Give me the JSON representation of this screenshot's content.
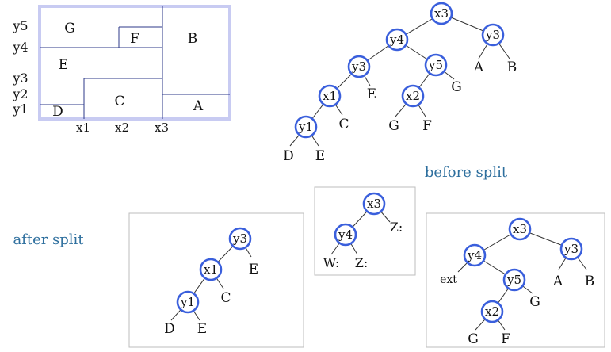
{
  "captions": {
    "before": "before split",
    "after": "after split"
  },
  "partition": {
    "y_labels": [
      "y5",
      "y4",
      "y3",
      "y2",
      "y1"
    ],
    "x_labels": [
      "x1",
      "x2",
      "x3"
    ],
    "regions": [
      "G",
      "F",
      "B",
      "E",
      "C",
      "A",
      "D"
    ]
  },
  "trees": {
    "before": {
      "nodes": [
        "x3",
        "y4",
        "y3",
        "y3",
        "y5",
        "x1",
        "x2",
        "y1"
      ],
      "leaves": [
        "A",
        "B",
        "E",
        "G",
        "C",
        "G",
        "F",
        "D",
        "E"
      ]
    },
    "after_left": {
      "nodes": [
        "y3",
        "x1",
        "y1"
      ],
      "leaves": [
        "E",
        "C",
        "D",
        "E"
      ]
    },
    "after_middle": {
      "nodes": [
        "x3",
        "y4"
      ],
      "leaves": [
        "Z:",
        "W:",
        "Z:"
      ]
    },
    "after_right": {
      "nodes": [
        "x3",
        "y4",
        "y3",
        "y5",
        "x2"
      ],
      "leaves": [
        "ext",
        "A",
        "B",
        "G",
        "G",
        "F"
      ]
    }
  },
  "colors": {
    "node_stroke": "#3a5fdc",
    "frame_stroke": "#c8cbf2",
    "caption": "#2e6f9e"
  }
}
